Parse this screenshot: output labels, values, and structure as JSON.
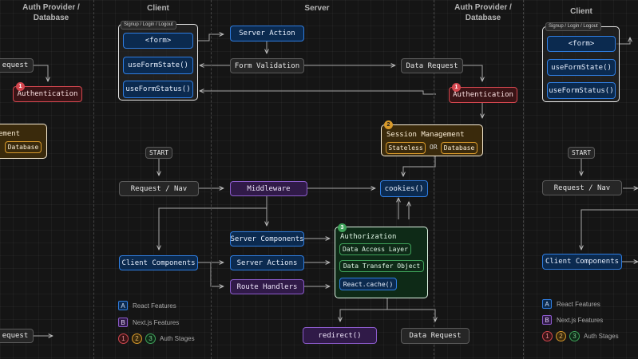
{
  "columns": {
    "auth_provider_database": "Auth Provider / Database",
    "client": "Client",
    "server": "Server"
  },
  "client_group_tag": "Signup / Login / Logout",
  "nodes": {
    "form": "<form>",
    "use_form_state": "useFormState()",
    "use_form_status": "useFormStatus()",
    "server_action": "Server Action",
    "form_validation": "Form Validation",
    "data_request": "Data Request",
    "authentication": "Authentication",
    "session_management": "Session Management",
    "stateless": "Stateless",
    "or": "OR",
    "database": "Database",
    "start": "START",
    "request_nav": "Request / Nav",
    "middleware": "Middleware",
    "cookies": "cookies()",
    "server_components": "Server Components",
    "server_actions": "Server Actions",
    "route_handlers": "Route Handlers",
    "client_components": "Client Components",
    "authorization": "Authorization",
    "data_access_layer": "Data Access Layer",
    "data_transfer_object": "Data Transfer Object",
    "react_cache": "React.cache()",
    "redirect": "redirect()",
    "left_request_fragment": "equest",
    "left_management_fragment": "ement"
  },
  "stages": [
    "1",
    "2",
    "3"
  ],
  "legend": {
    "react_letter": "A",
    "react_label": "React Features",
    "next_letter": "B",
    "next_label": "Next.js Features",
    "auth_label": "Auth Stages"
  },
  "colors": {
    "react": "#2f7de0",
    "nextjs": "#8c5ccc",
    "stage_1": "#d4474f",
    "stage_2": "#d99a2b",
    "stage_3": "#3fa35a",
    "neutral": "#5a5a5a"
  }
}
